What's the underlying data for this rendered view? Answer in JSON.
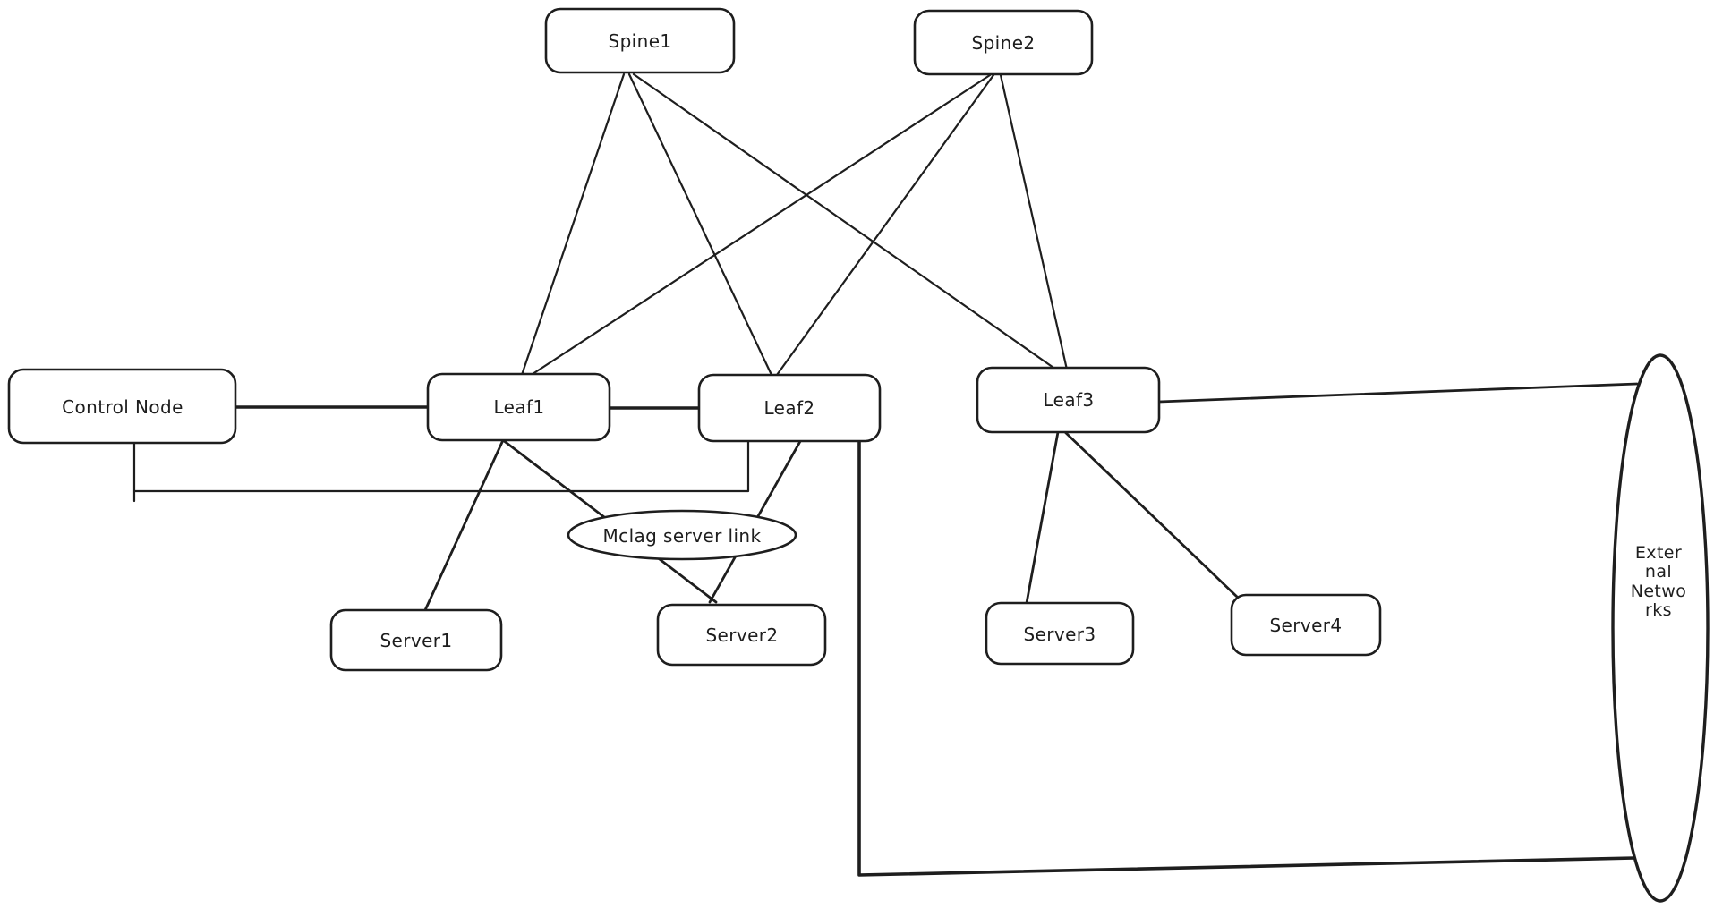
{
  "diagram": {
    "kind": "hand-drawn network topology sketch",
    "background_color": "#ffffff",
    "stroke_color": "#1e1e1e",
    "nodes": {
      "spine1": {
        "label": "Spine1",
        "shape": "rounded-rectangle"
      },
      "spine2": {
        "label": "Spine2",
        "shape": "rounded-rectangle"
      },
      "control_node": {
        "label": "Control Node",
        "shape": "rounded-rectangle"
      },
      "leaf1": {
        "label": "Leaf1",
        "shape": "rounded-rectangle"
      },
      "leaf2": {
        "label": "Leaf2",
        "shape": "rounded-rectangle"
      },
      "leaf3": {
        "label": "Leaf3",
        "shape": "rounded-rectangle"
      },
      "server1": {
        "label": "Server1",
        "shape": "rounded-rectangle"
      },
      "server2": {
        "label": "Server2",
        "shape": "rounded-rectangle"
      },
      "server3": {
        "label": "Server3",
        "shape": "rounded-rectangle"
      },
      "server4": {
        "label": "Server4",
        "shape": "rounded-rectangle"
      },
      "mclag_label": {
        "label": "Mclag server link",
        "shape": "ellipse"
      },
      "external_networks": {
        "label": "External Networks",
        "shape": "ellipse",
        "display_lines": [
          "Exter",
          "nal",
          "Netwo",
          "rks"
        ]
      }
    },
    "edges": [
      {
        "from": "Spine1",
        "to": "Leaf1"
      },
      {
        "from": "Spine1",
        "to": "Leaf2"
      },
      {
        "from": "Spine1",
        "to": "Leaf3"
      },
      {
        "from": "Spine2",
        "to": "Leaf1"
      },
      {
        "from": "Spine2",
        "to": "Leaf2"
      },
      {
        "from": "Spine2",
        "to": "Leaf3"
      },
      {
        "from": "Control Node",
        "to": "Leaf1"
      },
      {
        "from": "Leaf1",
        "to": "Leaf2"
      },
      {
        "from": "Control Node",
        "to": "Leaf2",
        "style": "elbow-below"
      },
      {
        "from": "Leaf1",
        "to": "Server1"
      },
      {
        "from": "Leaf1",
        "to": "Server2",
        "via": "Mclag server link"
      },
      {
        "from": "Leaf2",
        "to": "Server2",
        "via": "Mclag server link"
      },
      {
        "from": "Leaf3",
        "to": "Server3"
      },
      {
        "from": "Leaf3",
        "to": "Server4"
      },
      {
        "from": "Leaf3",
        "to": "External Networks"
      },
      {
        "from": "Leaf2",
        "to": "External Networks",
        "style": "elbow-bottom"
      }
    ]
  }
}
